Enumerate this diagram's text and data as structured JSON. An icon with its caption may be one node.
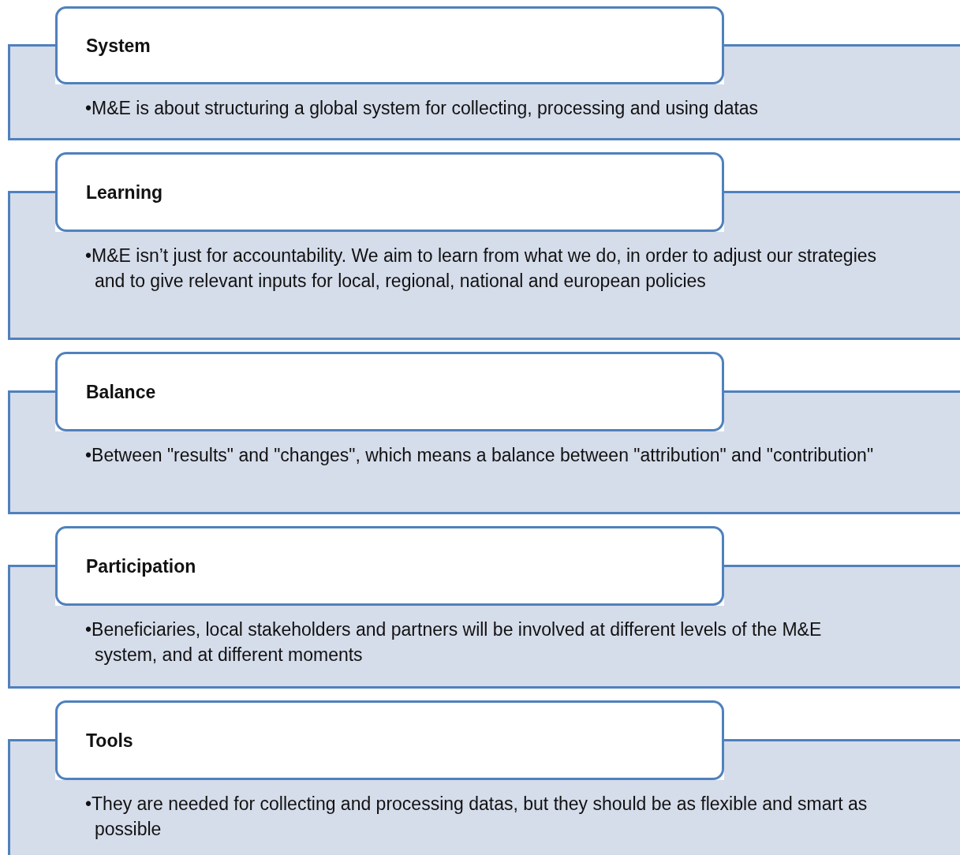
{
  "diagram": {
    "nodes": [
      {
        "text": [
          "System"
        ]
      },
      {
        "text": [
          "•M&E is about structuring a global system for collecting, processing and using datas"
        ]
      },
      {
        "text": [
          "Learning"
        ]
      },
      {
        "text": [
          "•M&E isn’t just for accountability. We aim to learn from what we do, in order to adjust our strategies and to give relevant inputs for local, regional, national and european policies"
        ]
      },
      {
        "text": [
          "Balance"
        ]
      },
      {
        "text": [
          "•Between \"results\" and \"changes\", which means a balance between \"attribution\" and \"contribution\""
        ]
      },
      {
        "text": [
          "Participation"
        ]
      },
      {
        "text": [
          "•Beneficiaries, local stakeholders and partners will be involved at different levels of the M&E system, and at different moments"
        ]
      },
      {
        "text": [
          "Tools"
        ]
      },
      {
        "text": [
          "•They are needed for collecting and processing datas, but they should be as flexible and smart as possible"
        ]
      }
    ],
    "edges": []
  }
}
